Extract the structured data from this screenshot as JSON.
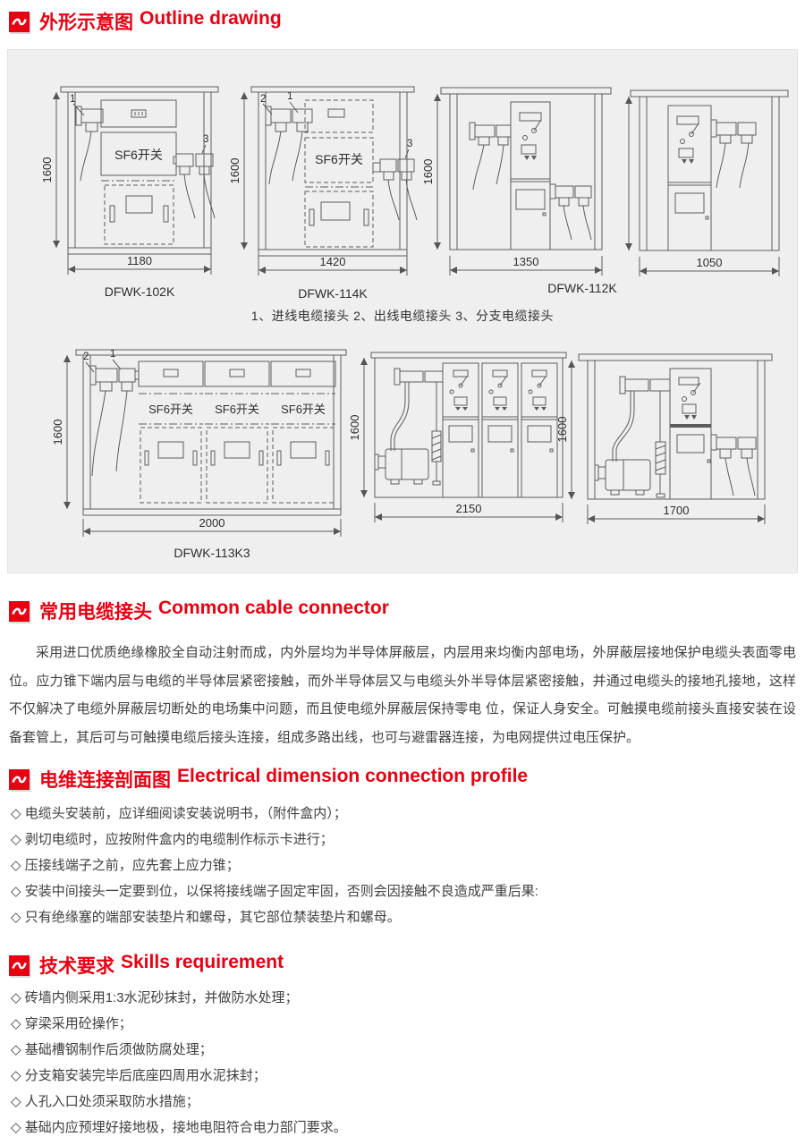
{
  "colors": {
    "accent": "#e60012",
    "panel_bg": "#efefef"
  },
  "sections": {
    "outline": {
      "title_zh": "外形示意图",
      "title_en": "Outline drawing"
    },
    "cable": {
      "title_zh": "常用电缆接头",
      "title_en": "Common cable connector",
      "paragraph": "采用进口优质绝缘橡胶全自动注射而成，内外层均为半导体屏蔽层，内层用来均衡内部电场，外屏蔽层接地保护电缆头表面零电位。应力锥下端内层与电缆的半导体层紧密接触，而外半导体层又与电缆头外半导体层紧密接触，并通过电缆头的接地孔接地，这样不仅解决了电缆外屏蔽层切断处的电场集中问题，而且使电缆外屏蔽层保持零电 位，保证人身安全。可触摸电缆前接头直接安装在设备套管上，其后可与可触摸电缆后接头连接，组成多路出线，也可与避雷器连接，为电网提供过电压保护。"
    },
    "profile": {
      "title_zh": "电维连接剖面图",
      "title_en": "Electrical dimension connection profile",
      "bullets": [
        "◇ 电缆头安装前，应详细阅读安装说明书，（附件盒内）；",
        "◇ 剥切电缆时，应按附件盒内的电缆制作标示卡进行；",
        "◇ 压接线端子之前，应先套上应力锥；",
        "◇ 安装中间接头一定要到位，以保将接线端子固定牢固，否则会因接触不良造成严重后果:",
        "◇ 只有绝缘塞的端部安装垫片和螺母，其它部位禁装垫片和螺母。"
      ]
    },
    "skills": {
      "title_zh": "技术要求",
      "title_en": "Skills requirement",
      "bullets": [
        "◇ 砖墙内侧采用1:3水泥砂抹封，并做防水处理；",
        "◇ 穿梁采用砼操作；",
        "◇ 基础槽钢制作后须做防腐处理；",
        "◇ 分支箱安装完毕后底座四周用水泥抹封；",
        "◇ 人孔入口处须采取防水措施；",
        "◇ 基础内应预埋好接地极，接地电阻符合电力部门要求。"
      ]
    }
  },
  "outline": {
    "caption": "1、进线电缆接头  2、出线电缆接头 3、分支电缆接头",
    "sf6": "SF6开关",
    "markers": {
      "m1": "1",
      "m2": "2",
      "m3": "3"
    },
    "models": {
      "d1": "DFWK-102K",
      "d2": "DFWK-114K",
      "d34": "DFWK-112K",
      "d5": "DFWK-113K3"
    },
    "dims": {
      "h1600": "1600",
      "d1_w": "1180",
      "d2_w": "1420",
      "d3_w": "1350",
      "d4_w": "1050",
      "d5_w": "2000",
      "d6_w": "2150",
      "d7_w": "1700"
    }
  }
}
